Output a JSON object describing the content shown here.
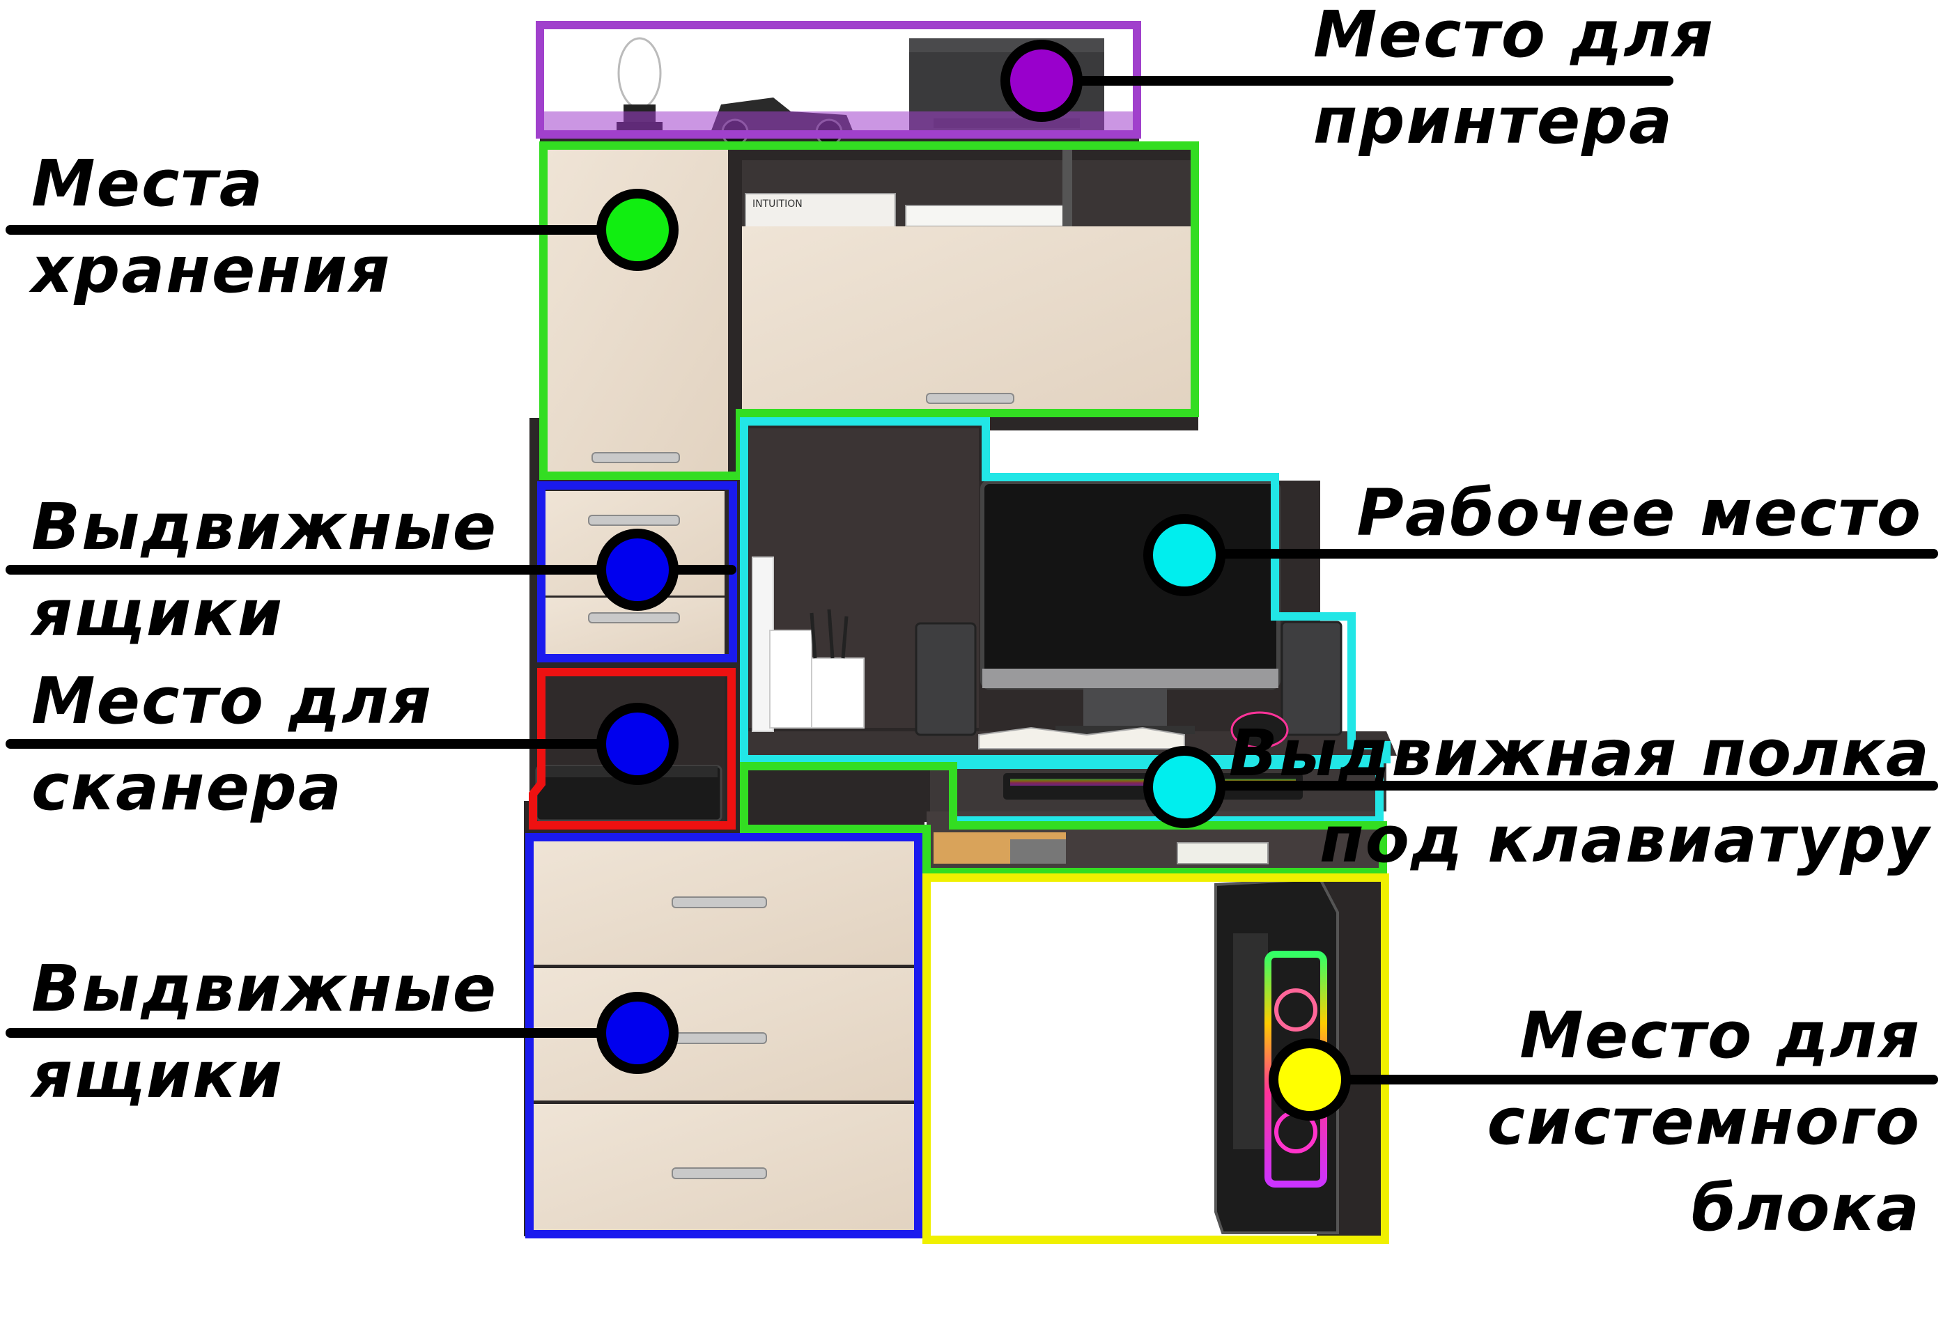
{
  "colors": {
    "printer": "#9933cc",
    "storage": "#33dd22",
    "drawers": "#0000ee",
    "scanner": "#ee1111",
    "workspace": "#22e6e6",
    "keyboard_shelf": "#22e6e6",
    "system_unit": "#f0f000",
    "wood": "#e9dccd",
    "dark_wood": "#2a2626"
  },
  "callouts": {
    "printer": {
      "lines": [
        "Место для",
        "принтера"
      ]
    },
    "storage": {
      "lines": [
        "Места",
        "хранения"
      ]
    },
    "drawers_upper": {
      "lines": [
        "Выдвижные",
        "ящики"
      ]
    },
    "scanner": {
      "lines": [
        "Место для",
        "сканера"
      ]
    },
    "drawers_lower": {
      "lines": [
        "Выдвижные",
        "ящики"
      ]
    },
    "workspace": {
      "lines": [
        "Рабочее место"
      ]
    },
    "keyboard_shelf": {
      "lines": [
        "Выдвижная полка",
        "под клавиатуру"
      ]
    },
    "system_unit": {
      "lines": [
        "Место для",
        "системного",
        "блока"
      ]
    }
  },
  "book_spine": "INTUITION",
  "icons": [
    "lamp-icon",
    "toy-car-icon",
    "printer-icon",
    "monitor-icon",
    "speaker-icon",
    "keyboard-icon",
    "mouse-icon",
    "pencil-cup-icon",
    "scanner-icon",
    "pc-case-icon"
  ]
}
